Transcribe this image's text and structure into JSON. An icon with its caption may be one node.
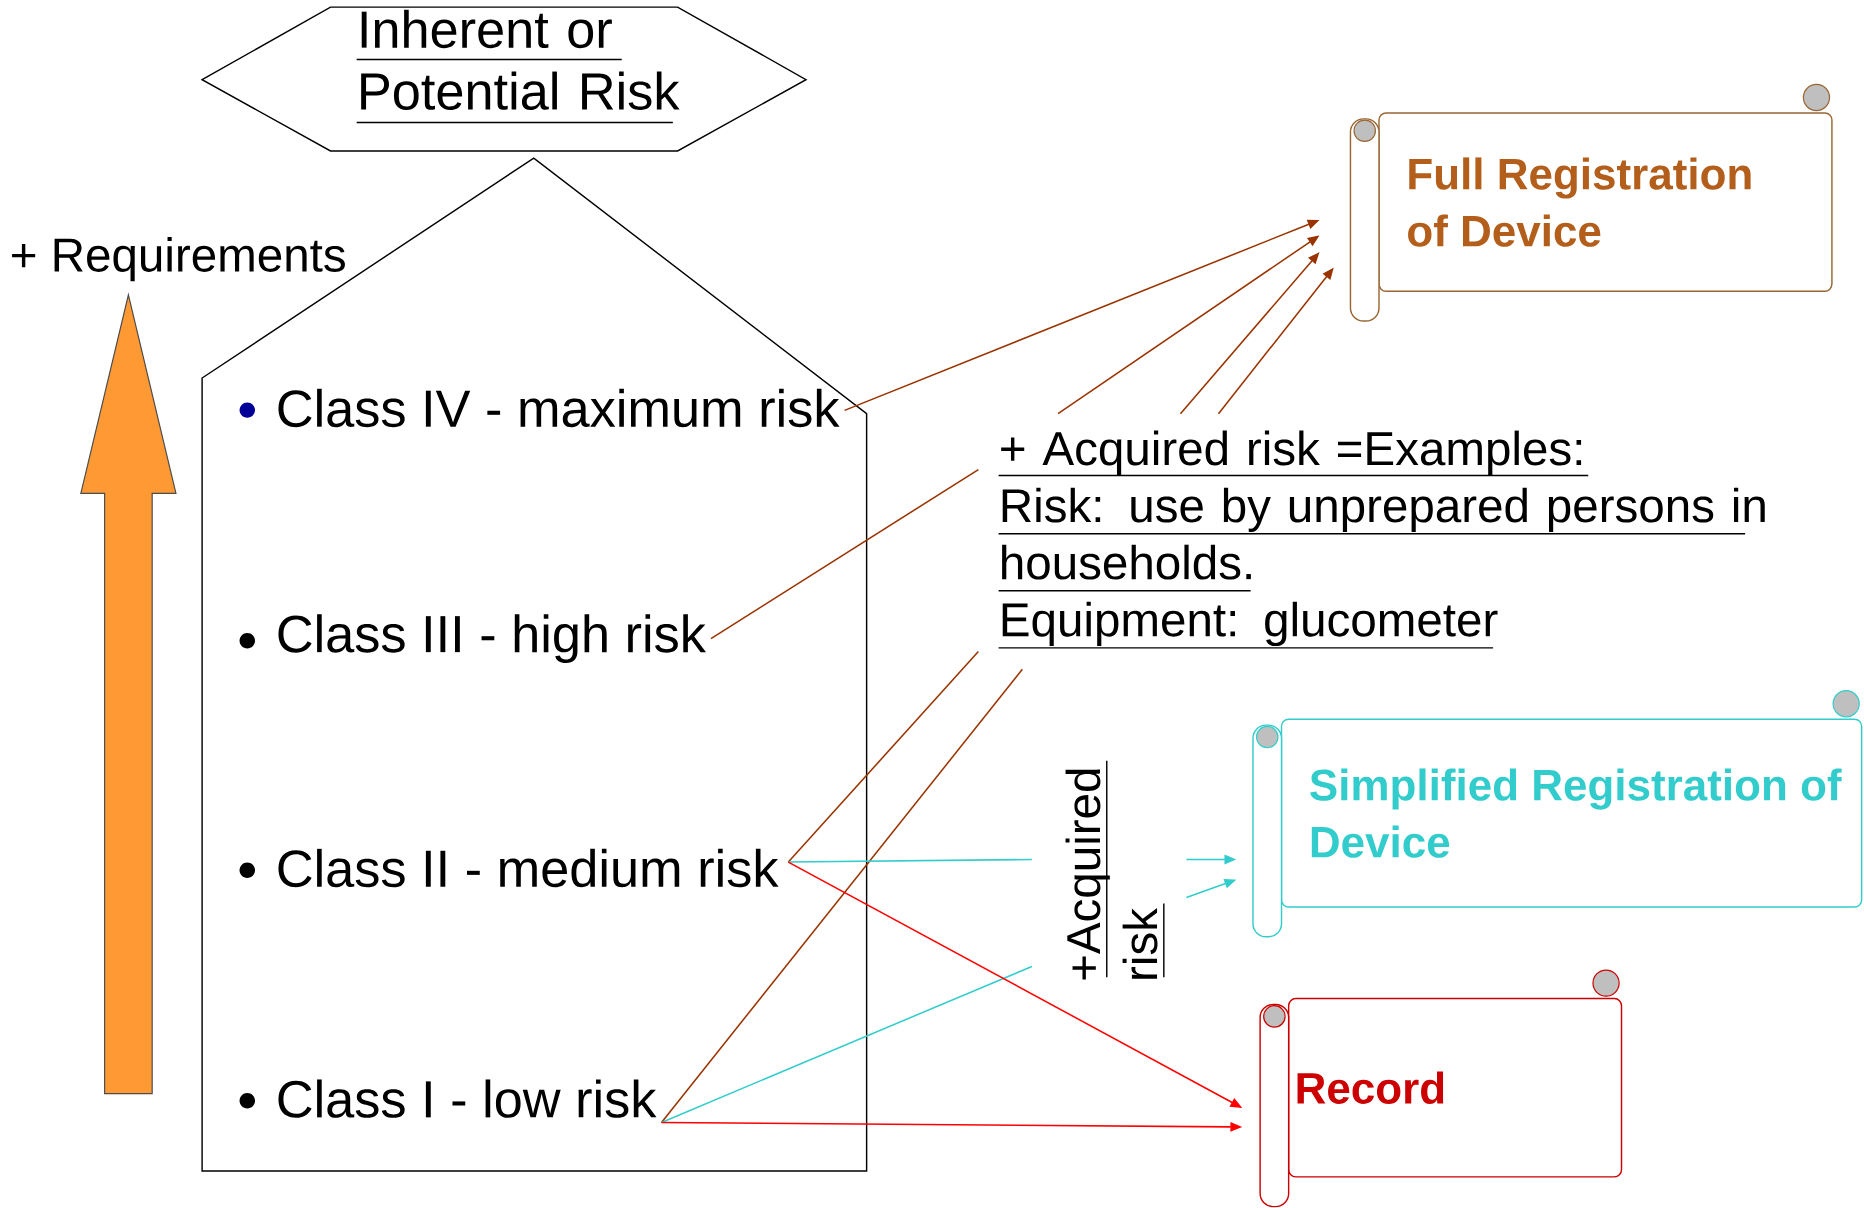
{
  "diagram": {
    "nodes": [
      {
        "text": [
          "Inherent or Potential Risk"
        ]
      },
      {
        "text": [],
        "shape": "pentagon"
      },
      {
        "text": [
          "Class IV - maximum risk"
        ],
        "in": 1
      },
      {
        "text": [
          "Class III - high risk"
        ],
        "in": 1
      },
      {
        "text": [
          "Class II - medium risk"
        ],
        "in": 1
      },
      {
        "text": [
          "Class I - low risk"
        ],
        "in": 1
      },
      {
        "text": [
          "Full Registration of Device"
        ]
      },
      {
        "text": [
          "+ Acquired risk =Examples:",
          "Risk: use by unprepared persons in households.",
          "Equipment: glucometer"
        ]
      },
      {
        "text": [
          "Simplified Registration of Device"
        ]
      },
      {
        "text": [
          "+Acquired risk"
        ]
      },
      {
        "text": [
          "Record"
        ]
      }
    ],
    "edges": [
      {
        "from": 2,
        "to": 6,
        "arrow": "to",
        "color": "#993300"
      },
      {
        "from": 3,
        "to": 7,
        "arrow": "none",
        "color": "#993300"
      },
      {
        "from": 7,
        "to": 6,
        "arrow": "to",
        "color": "#993300"
      },
      {
        "from": 7,
        "to": 6,
        "arrow": "to",
        "color": "#993300"
      },
      {
        "from": 7,
        "to": 6,
        "arrow": "to",
        "color": "#993300"
      },
      {
        "from": 4,
        "to": 7,
        "arrow": "none",
        "color": "#993300"
      },
      {
        "from": 5,
        "to": 7,
        "arrow": "none",
        "color": "#993300"
      },
      {
        "from": 4,
        "to": 9,
        "arrow": "none",
        "color": "#33cccc"
      },
      {
        "from": 5,
        "to": 9,
        "arrow": "none",
        "color": "#33cccc"
      },
      {
        "from": 9,
        "to": 8,
        "arrow": "to",
        "color": "#33cccc"
      },
      {
        "from": 9,
        "to": 8,
        "arrow": "to",
        "color": "#33cccc"
      },
      {
        "from": 4,
        "to": 10,
        "arrow": "to",
        "color": "#ff0000"
      },
      {
        "from": 5,
        "to": 10,
        "arrow": "to",
        "color": "#ff0000"
      }
    ],
    "labels": [
      "+ Requirements"
    ]
  }
}
